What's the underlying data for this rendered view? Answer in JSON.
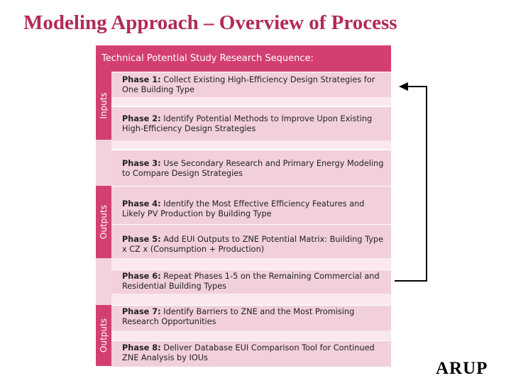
{
  "slide": {
    "title": "Modeling Approach – Overview of Process",
    "header": "Technical Potential Study Research Sequence:",
    "band_labels": {
      "inputs": "Inputs",
      "outputs_1": "Outputs",
      "outputs_2": "Outputs"
    },
    "phases": [
      {
        "label": "Phase 1:",
        "text": " Collect Existing High-Efficiency Design Strategies for One Building Type"
      },
      {
        "label": "Phase 2:",
        "text": " Identify Potential Methods to Improve Upon Existing High-Efficiency Design Strategies"
      },
      {
        "label": "Phase 3:",
        "text": " Use Secondary Research and Primary Energy Modeling to Compare Design Strategies"
      },
      {
        "label": "Phase 4:",
        "text": " Identify the Most Effective Efficiency Features and Likely PV Production by Building Type"
      },
      {
        "label": "Phase 5:",
        "text": " Add EUI Outputs to ZNE Potential Matrix: Building Type x CZ x (Consumption + Production)"
      },
      {
        "label": "Phase 6:",
        "text": " Repeat Phases 1-5 on the Remaining Commercial and Residential Building Types"
      },
      {
        "label": "Phase 7:",
        "text": " Identify Barriers to ZNE and the Most Promising Research Opportunities"
      },
      {
        "label": "Phase 8:",
        "text": " Deliver Database EUI Comparison Tool for Continued ZNE Analysis by IOUs"
      }
    ],
    "logo": "ARUP",
    "colors": {
      "title": "#b22a56",
      "band": "#d33f73",
      "row": "#f2d0da"
    }
  }
}
